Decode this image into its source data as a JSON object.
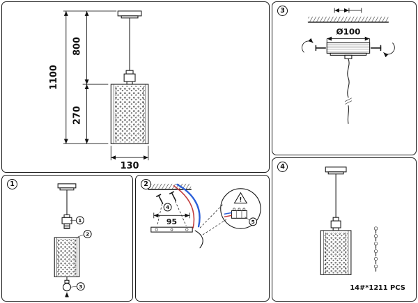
{
  "colors": {
    "line": "#1a1a1a",
    "wire_blue": "#2b5fd9",
    "wire_red": "#c23b3b"
  },
  "panels": {
    "dimension_view": {
      "total_height": "1100",
      "cord_length": "800",
      "shade_height": "270",
      "shade_width": "130"
    },
    "ceiling_detail": {
      "label": "3",
      "diameter": "Ø100"
    },
    "parts_view": {
      "label": "1",
      "callout_1": "1",
      "callout_2": "2",
      "callout_3": "3"
    },
    "mounting_view": {
      "label": "2",
      "hole_spacing": "95",
      "warning_mark": "!",
      "callout_4": "4",
      "callout_5": "5"
    },
    "assembled_view": {
      "label": "4",
      "hardware_spec": "14#*12",
      "hardware_qty": "11 PCS"
    }
  }
}
